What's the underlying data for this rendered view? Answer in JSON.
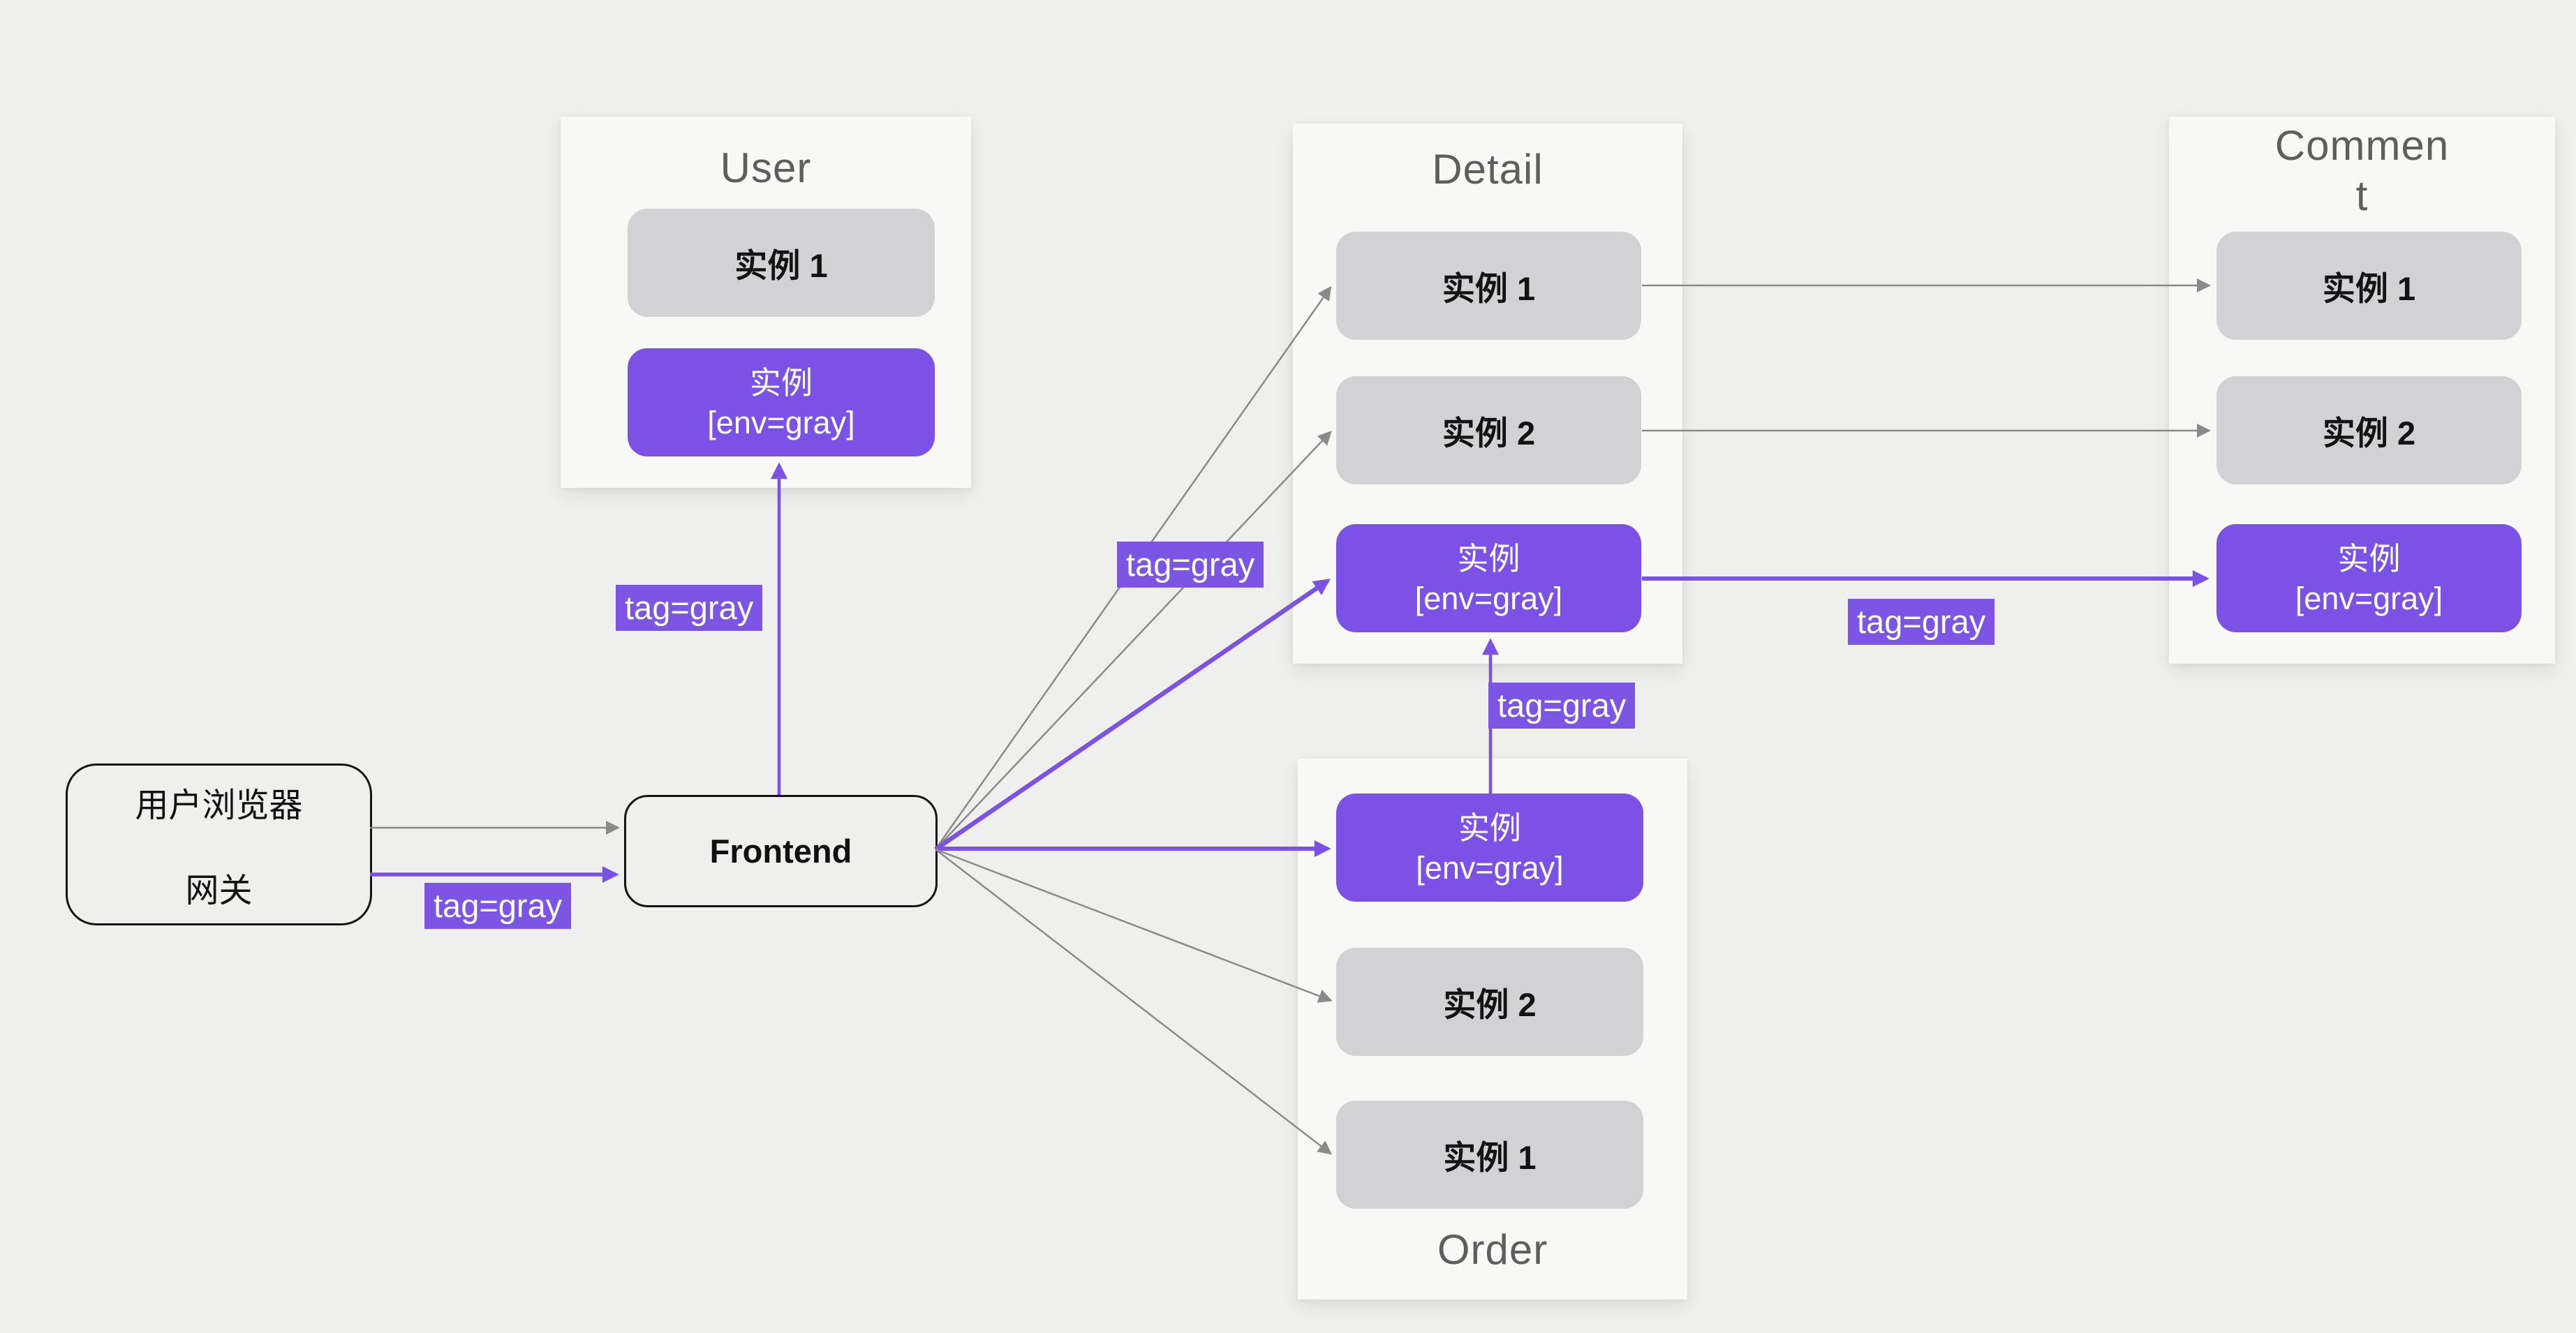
{
  "colors": {
    "background": "#efefee",
    "panel": "#f8f8f7",
    "instance_gray": "#d2d2d4",
    "accent_purple": "#7c52e6",
    "edge_gray": "#8a8a8a",
    "title_gray": "#5e5e5e",
    "text_dark": "#131313"
  },
  "nodes": {
    "gateway": {
      "line1": "用户浏览器",
      "line2": "网关"
    },
    "frontend": {
      "label": "Frontend"
    }
  },
  "services": {
    "user": {
      "title": "User",
      "instances": [
        {
          "label": "实例 1",
          "variant": "normal"
        },
        {
          "label": "实例",
          "sub": "[env=gray]",
          "variant": "gray-release"
        }
      ]
    },
    "detail": {
      "title": "Detail",
      "instances": [
        {
          "label": "实例 1",
          "variant": "normal"
        },
        {
          "label": "实例 2",
          "variant": "normal"
        },
        {
          "label": "实例",
          "sub": "[env=gray]",
          "variant": "gray-release"
        }
      ]
    },
    "order": {
      "title": "Order",
      "instances": [
        {
          "label": "实例",
          "sub": "[env=gray]",
          "variant": "gray-release"
        },
        {
          "label": "实例 2",
          "variant": "normal"
        },
        {
          "label": "实例 1",
          "variant": "normal"
        }
      ]
    },
    "comment": {
      "title": "Commen\nt",
      "instances": [
        {
          "label": "实例 1",
          "variant": "normal"
        },
        {
          "label": "实例 2",
          "variant": "normal"
        },
        {
          "label": "实例",
          "sub": "[env=gray]",
          "variant": "gray-release"
        }
      ]
    }
  },
  "edge_labels": {
    "gateway_to_frontend": "tag=gray",
    "frontend_to_user": "tag=gray",
    "frontend_to_detail": "tag=gray",
    "order_to_detail": "tag=gray",
    "detail_to_comment": "tag=gray"
  }
}
